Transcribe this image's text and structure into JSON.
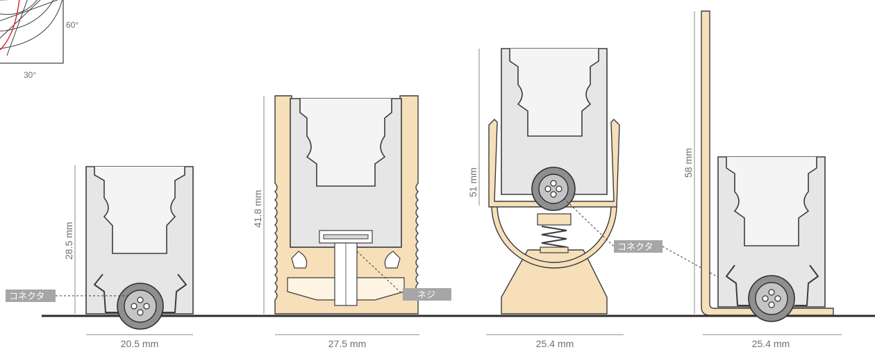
{
  "polar": {
    "angle_60": "60°",
    "angle_30": "30°",
    "curve_color": "#d2202e"
  },
  "fixtures": [
    {
      "width_label": "20.5 mm",
      "height_label": "28.5 mm",
      "tag": "コネクタ"
    },
    {
      "width_label": "27.5 mm",
      "height_label": "41.8 mm",
      "tag": "ネジ"
    },
    {
      "width_label": "25.4 mm",
      "height_label": "51 mm",
      "tag": "コネクタ"
    },
    {
      "width_label": "25.4 mm",
      "height_label": "58 mm"
    }
  ],
  "colors": {
    "profile": "#f6dfb9",
    "housing": "#e6e6e6",
    "connector": "#8f8f8f",
    "tag_background": "#a6a6a6",
    "outline": "#3b3b3b"
  }
}
